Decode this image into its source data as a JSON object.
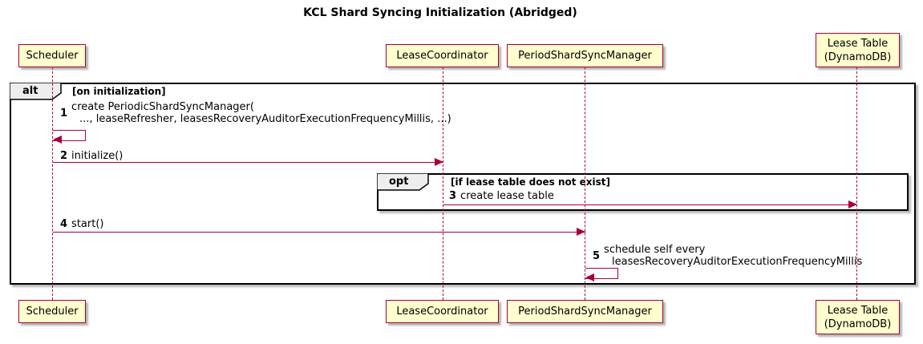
{
  "title": "KCL Shard Syncing Initialization (Abridged)",
  "colors": {
    "participant_fill": "#FEFECE",
    "participant_border": "#A80036",
    "arrow": "#A80036",
    "frame_border": "#000000",
    "operator_fill": "#EEEEEE",
    "background": "#FFFFFF"
  },
  "participants": [
    {
      "label": "Scheduler"
    },
    {
      "label": "LeaseCoordinator"
    },
    {
      "label": "PeriodShardSyncManager"
    },
    {
      "label": "Lease Table",
      "label2": "(DynamoDB)"
    }
  ],
  "frames": [
    {
      "operator": "alt",
      "condition": "[on initialization]"
    },
    {
      "operator": "opt",
      "condition": "[if lease table does not exist]"
    }
  ],
  "messages": [
    {
      "num": "1",
      "text": "create PeriodicShardSyncManager(",
      "text2": "..., leaseRefresher, leasesRecoveryAuditorExecutionFrequencyMillis, ...)"
    },
    {
      "num": "2",
      "text": "initialize()"
    },
    {
      "num": "3",
      "text": "create lease table"
    },
    {
      "num": "4",
      "text": "start()"
    },
    {
      "num": "5",
      "text": "schedule self every",
      "text2": "leasesRecoveryAuditorExecutionFrequencyMillis"
    }
  ]
}
